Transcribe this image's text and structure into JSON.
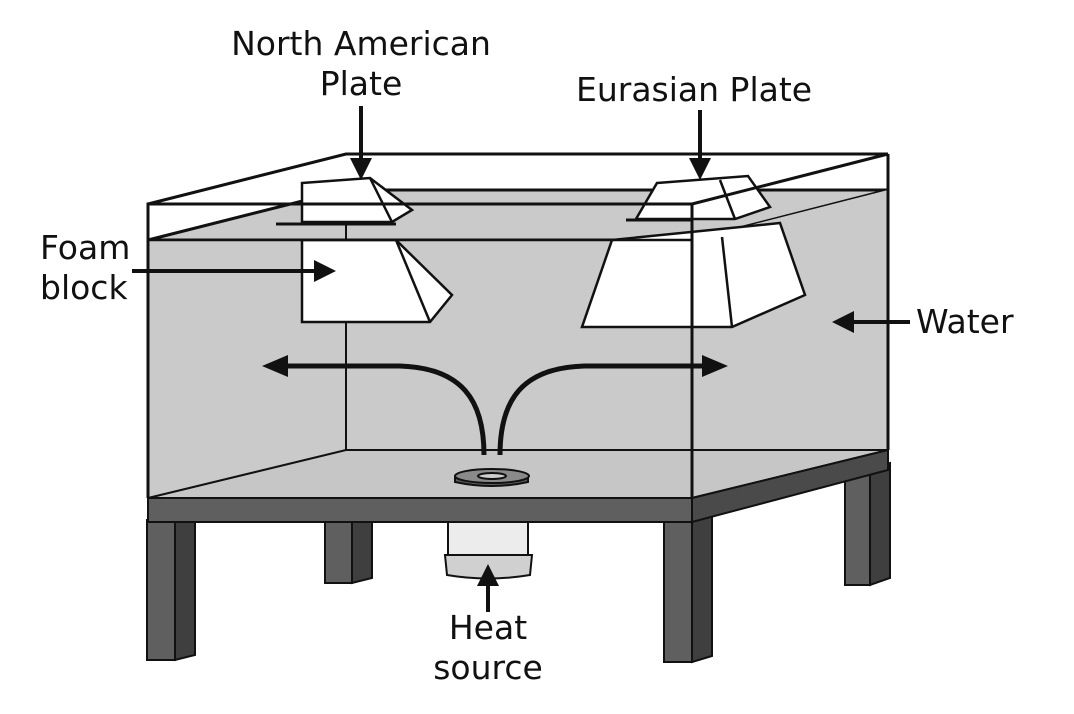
{
  "labels": {
    "north_american_plate_line1": "North American",
    "north_american_plate_line2": "Plate",
    "eurasian_plate": "Eurasian Plate",
    "foam_block_line1": "Foam",
    "foam_block_line2": "block",
    "water": "Water",
    "heat_source_line1": "Heat",
    "heat_source_line2": "source"
  },
  "colors": {
    "water": "#cacaca",
    "table": "#5f5f5f",
    "table_dark": "#4a4a4a",
    "outline": "#111111",
    "foam": "#ffffff",
    "heater": "#d7d7d7"
  }
}
